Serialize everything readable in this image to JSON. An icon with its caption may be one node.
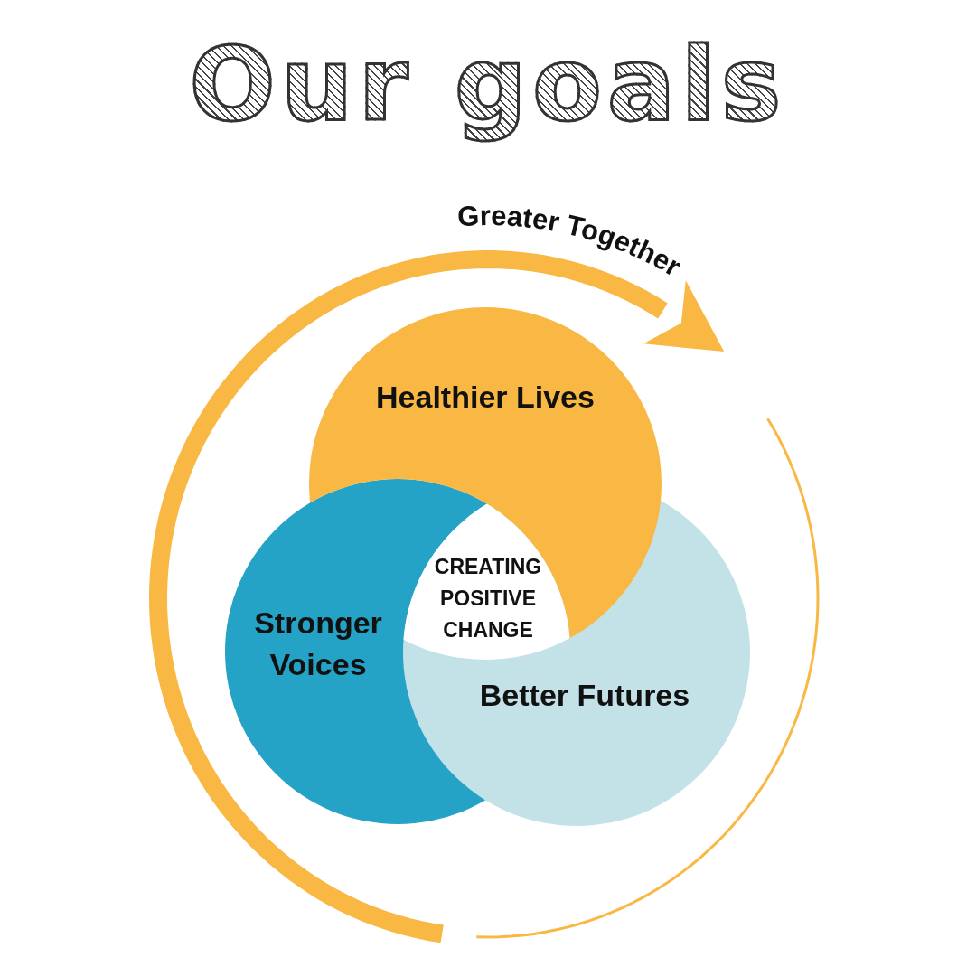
{
  "diagram": {
    "title": "Our goals",
    "nodes": [
      {
        "text": [
          "Healthier Lives"
        ]
      },
      {
        "text": [
          "Stronger Voices"
        ]
      },
      {
        "text": [
          "Better Futures"
        ]
      },
      {
        "text": [
          "CREATING POSITIVE CHANGE"
        ]
      }
    ],
    "labels": [
      "Greater Together"
    ]
  }
}
